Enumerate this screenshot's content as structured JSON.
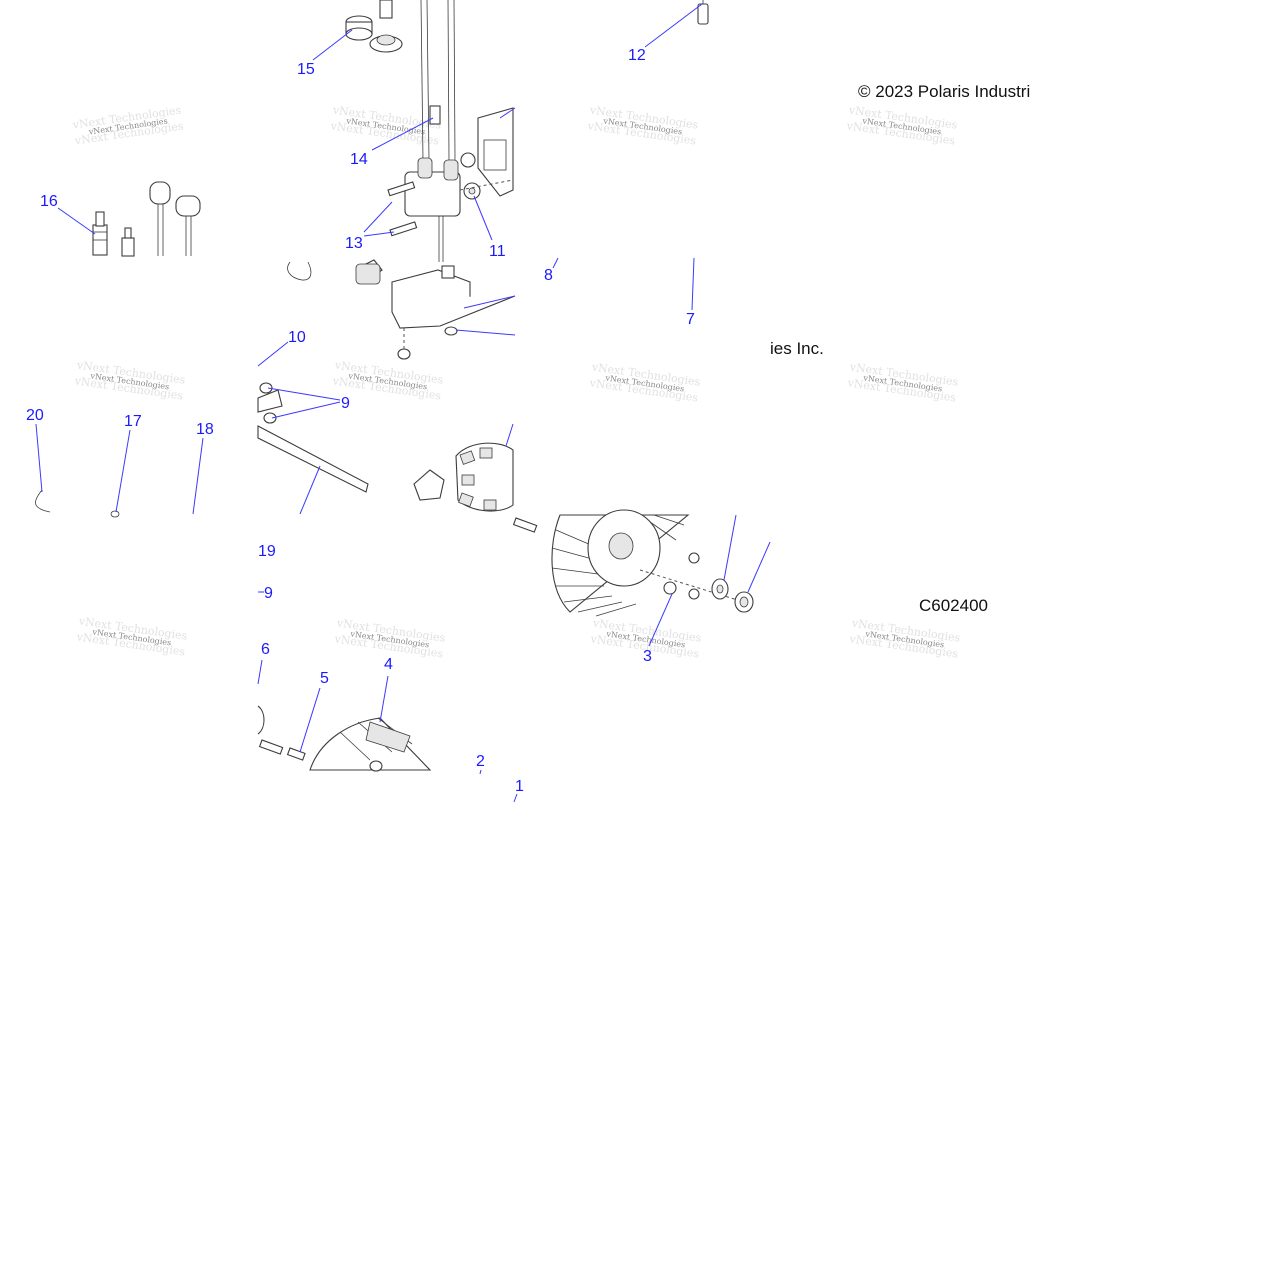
{
  "copyright": "© 2023 Polaris Industri",
  "copyright_fragment": "ies Inc.",
  "diagram_code": "C602400",
  "watermark": "vNext Technologies",
  "callouts": {
    "c15": "15",
    "c12": "12",
    "c14": "14",
    "c16": "16",
    "c13": "13",
    "c11": "11",
    "c8": "8",
    "c7": "7",
    "c10": "10",
    "c9a": "9",
    "c20": "20",
    "c17": "17",
    "c18": "18",
    "c19": "19",
    "c9b": "9",
    "c3": "3",
    "c6": "6",
    "c5": "5",
    "c4": "4",
    "c2": "2",
    "c1": "1"
  }
}
